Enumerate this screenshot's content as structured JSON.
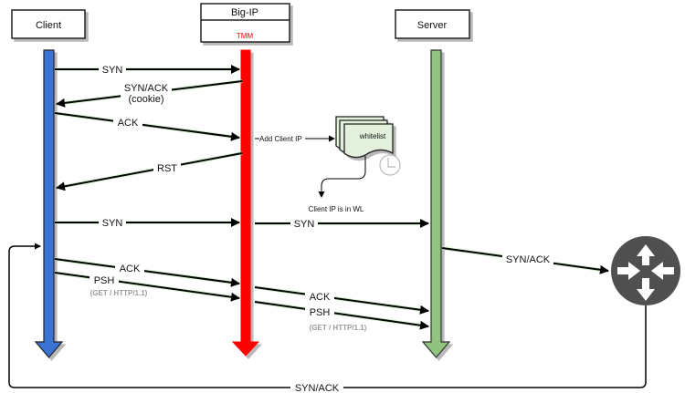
{
  "participants": {
    "client": {
      "label": "Client",
      "color": "#3b73d4"
    },
    "bigip": {
      "label": "Big-IP",
      "sublabel": "TMM",
      "color": "#ff0000"
    },
    "server": {
      "label": "Server",
      "color": "#90c47e"
    }
  },
  "router": {
    "icon": "router-icon",
    "color": "#505050"
  },
  "whitelist": {
    "label": "whitelist",
    "fill": "#e3f0dc",
    "icon": "clock-icon"
  },
  "messages": [
    {
      "id": "m1",
      "label": "SYN",
      "from": "client",
      "to": "bigip"
    },
    {
      "id": "m2",
      "label": "SYN/ACK",
      "sublabel": "(cookie)",
      "from": "bigip",
      "to": "client"
    },
    {
      "id": "m3",
      "label": "ACK",
      "from": "client",
      "to": "bigip"
    },
    {
      "id": "m4",
      "label": "RST",
      "from": "bigip",
      "to": "client"
    },
    {
      "id": "m5",
      "label": "SYN",
      "from": "client",
      "to": "bigip"
    },
    {
      "id": "m6",
      "label": "SYN",
      "from": "bigip",
      "to": "server"
    },
    {
      "id": "m7",
      "label": "SYN/ACK",
      "from": "server",
      "to": "router"
    },
    {
      "id": "m8",
      "label": "ACK",
      "from": "client",
      "to": "bigip"
    },
    {
      "id": "m9",
      "label": "PSH",
      "sublabel": "(GET / HTTP/1.1)",
      "from": "client",
      "to": "bigip"
    },
    {
      "id": "m10",
      "label": "ACK",
      "from": "bigip",
      "to": "server"
    },
    {
      "id": "m11",
      "label": "PSH",
      "sublabel": "(GET / HTTP/1.1)",
      "from": "bigip",
      "to": "server"
    },
    {
      "id": "m12",
      "label": "SYN/ACK",
      "from": "router",
      "to": "client"
    }
  ],
  "annotations": {
    "add_client_ip": "Add Client IP",
    "client_ip_in_wl": "Client IP is in WL"
  }
}
